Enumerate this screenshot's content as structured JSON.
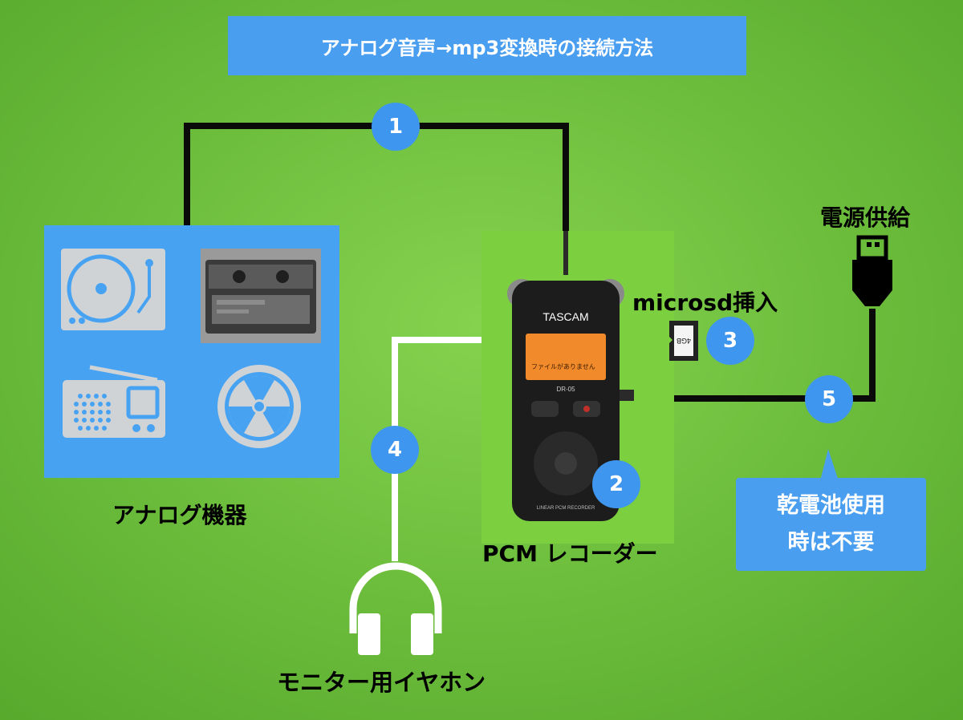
{
  "title": "アナログ音声→mp3変換時の接続方法",
  "labels": {
    "analog_devices": "アナログ機器",
    "pcm_recorder": "PCM レコーダー",
    "microsd_insert": "microsd挿入",
    "power_supply": "電源供給",
    "monitor_earphones": "モニター用イヤホン"
  },
  "note": {
    "line1": "乾電池使用",
    "line2": "時は不要"
  },
  "steps": [
    "1",
    "2",
    "3",
    "4",
    "5"
  ],
  "device": {
    "brand": "TASCAM",
    "model": "DR-05",
    "footer": "LINEAR PCM RECORDER",
    "screen_text": "ファイルがありません",
    "card_text": "4GB"
  },
  "icons": [
    "turntable-icon",
    "cassette-player-photo",
    "radio-icon",
    "radiation-symbol-icon",
    "headphones-icon",
    "usb-plug-icon",
    "microsd-card-icon"
  ],
  "colors": {
    "background": "#6fc23c",
    "accent_blue": "#4a9ef0",
    "step_circle": "#3f96ee",
    "icon_gray": "#d0d3d6"
  }
}
